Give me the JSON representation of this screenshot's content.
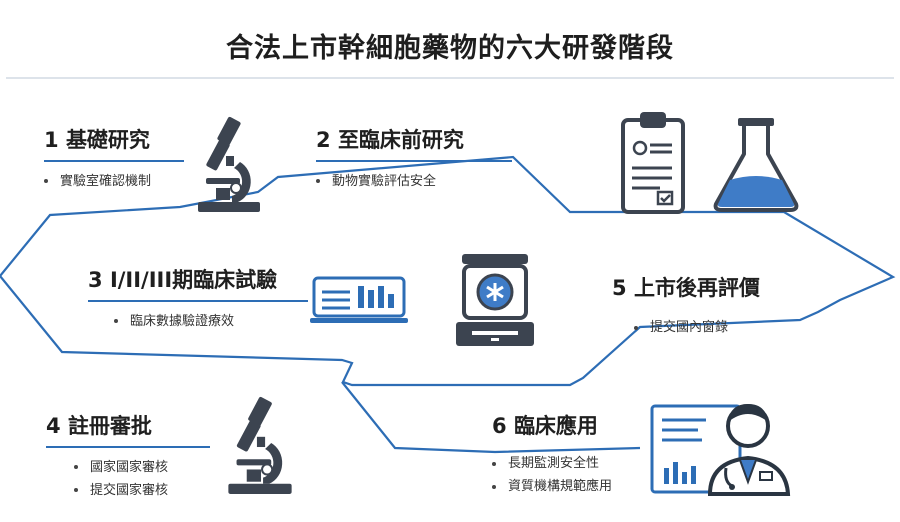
{
  "title": "合法上市幹細胞藥物的六大研發階段",
  "colors": {
    "accent": "#2d6db5",
    "icon_dark": "#3c4450",
    "icon_blue": "#3f7cc7"
  },
  "steps": [
    {
      "number": "1",
      "name": "基礎研究",
      "bullets": [
        "實驗室確認機制"
      ]
    },
    {
      "number": "2",
      "name": "至臨床前研究",
      "bullets": [
        "動物實驗評估安全"
      ]
    },
    {
      "number": "3",
      "name": "I/II/III期臨床試驗",
      "bullets": [
        "臨床數據驗證療效"
      ]
    },
    {
      "number": "4",
      "name": "註冊審批",
      "bullets": [
        "國家國家審核",
        "提交國家審核"
      ]
    },
    {
      "number": "5",
      "name": "上市後再評價",
      "bullets": [
        "提交國內窗錄"
      ]
    },
    {
      "number": "6",
      "name": "臨床應用",
      "bullets": [
        "長期監測安全性",
        "資質機構規範應用"
      ]
    }
  ],
  "icons": [
    "microscope-icon",
    "clipboard-icon",
    "flask-icon",
    "data-screen-icon",
    "device-icon",
    "microscope-icon",
    "doctor-chart-icon"
  ]
}
